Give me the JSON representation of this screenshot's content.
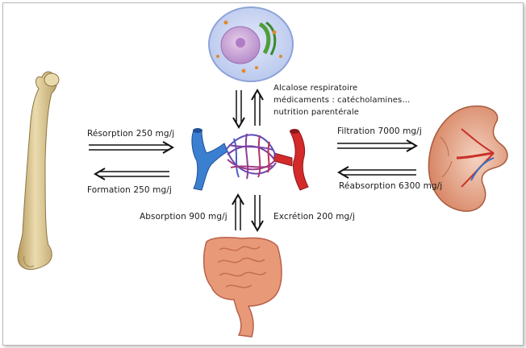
{
  "labels": {
    "cell_text_1": "Alcalose respiratoire",
    "cell_text_2": "médicaments : catécholamines…",
    "cell_text_3": "nutrition parentérale",
    "resorption": "Résorption 250 mg/j",
    "formation": "Formation 250 mg/j",
    "filtration": "Filtration 7000 mg/j",
    "reabsorption": "Réabsorption 6300 mg/j",
    "absorption": "Absorption 900 mg/j",
    "excretion": "Excrétion 200 mg/j"
  },
  "colors": {
    "bone": "#d9c68e",
    "cell_membrane": "#c9d6f2",
    "nucleus": "#c8a3d6",
    "vein": "#3b7fd1",
    "artery": "#d42a2a",
    "kidney": "#d98a6e",
    "intestine": "#e89a78",
    "arrow": "#111111"
  }
}
